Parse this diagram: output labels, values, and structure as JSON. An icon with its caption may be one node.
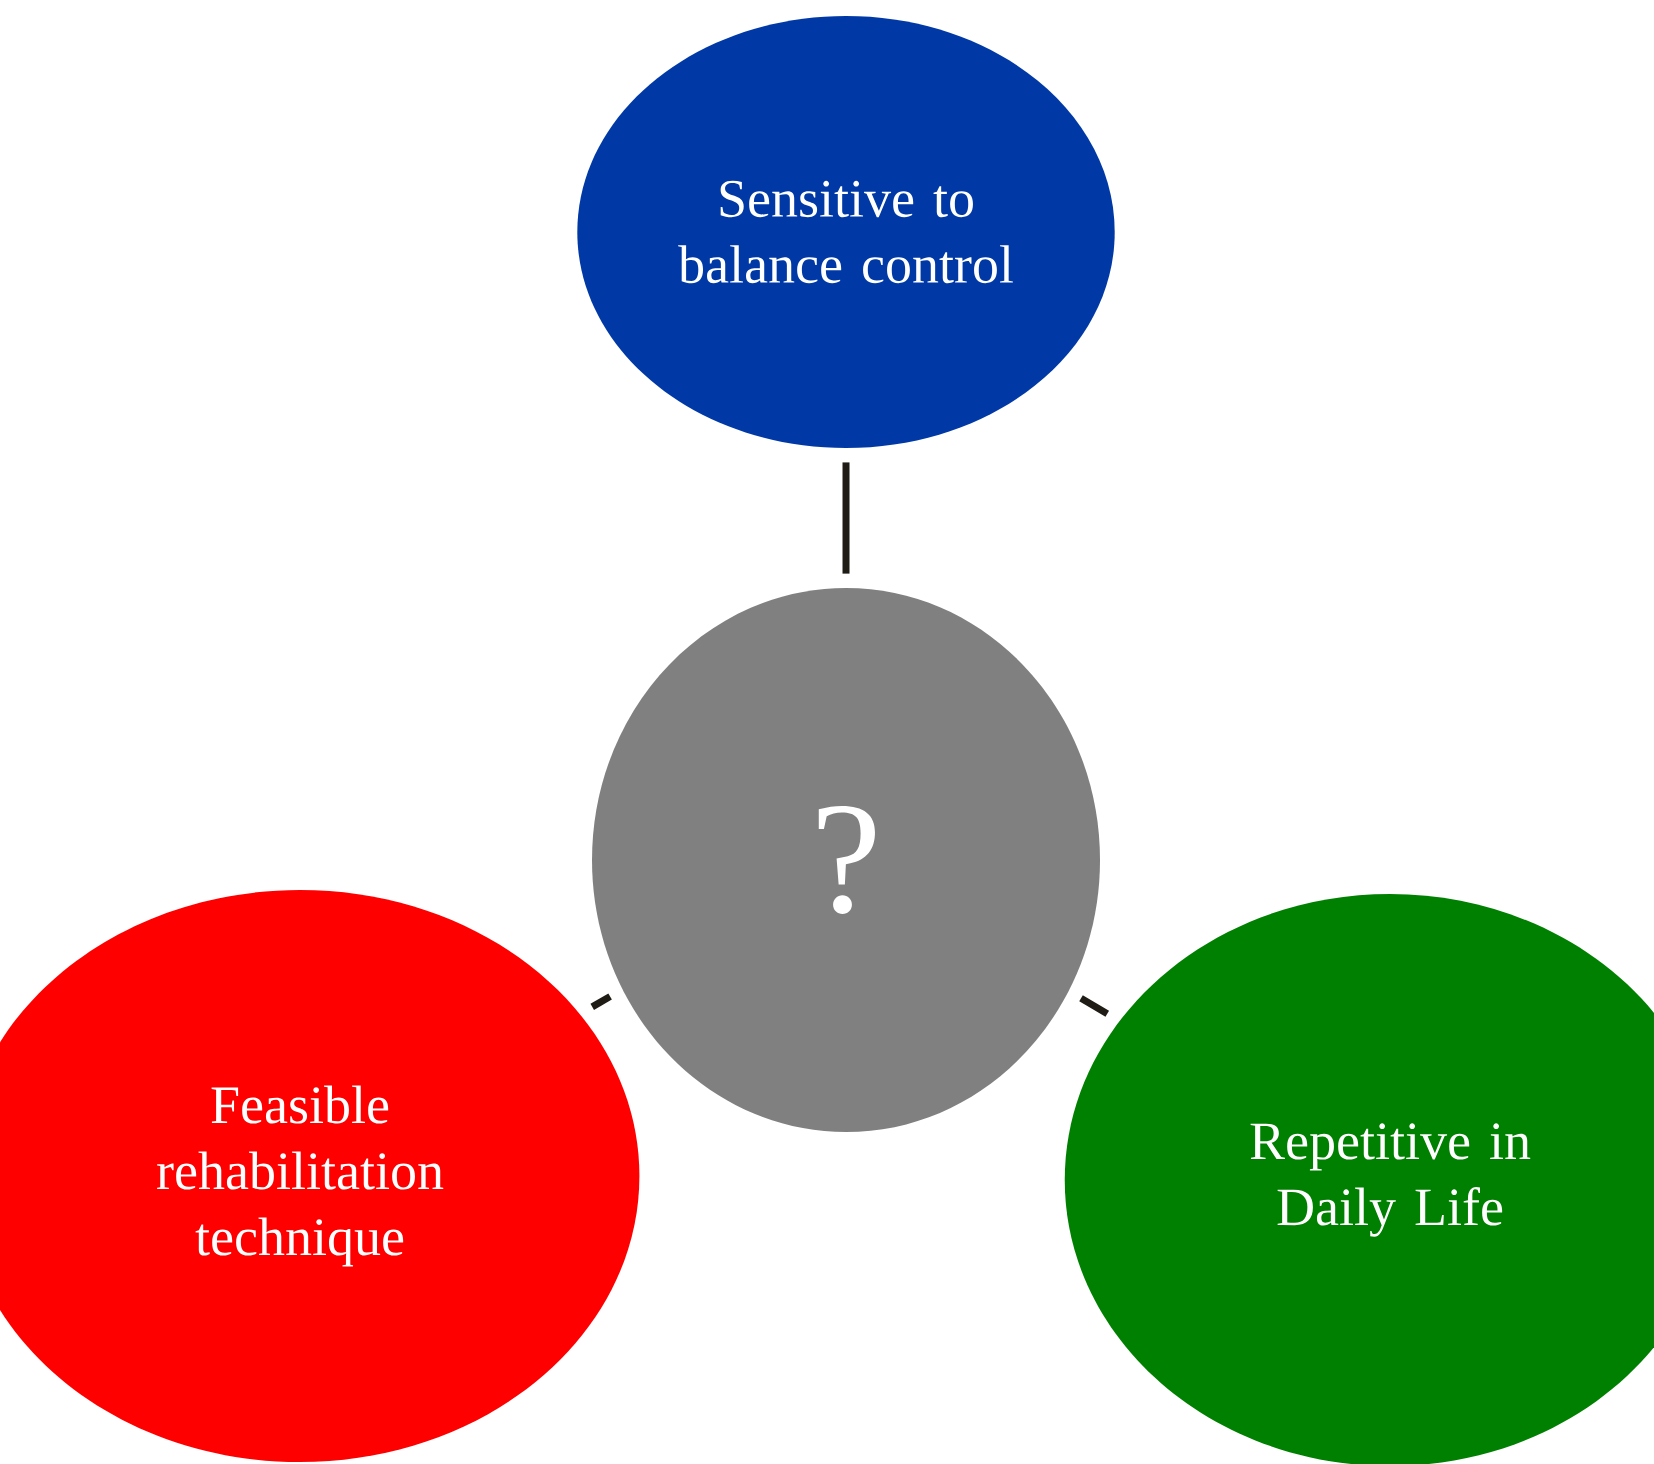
{
  "diagram": {
    "nodes": [
      {
        "text": [
          "Sensitive to balance control"
        ]
      },
      {
        "text": [
          "?"
        ]
      },
      {
        "text": [
          "Feasible rehabilitation technique"
        ]
      },
      {
        "text": [
          "Repetitive in Daily Life"
        ]
      }
    ],
    "edges": [
      {
        "from": 1,
        "to": 0,
        "arrow": "none"
      },
      {
        "from": 1,
        "to": 2,
        "arrow": "none"
      },
      {
        "from": 1,
        "to": 3,
        "arrow": "none"
      }
    ]
  }
}
